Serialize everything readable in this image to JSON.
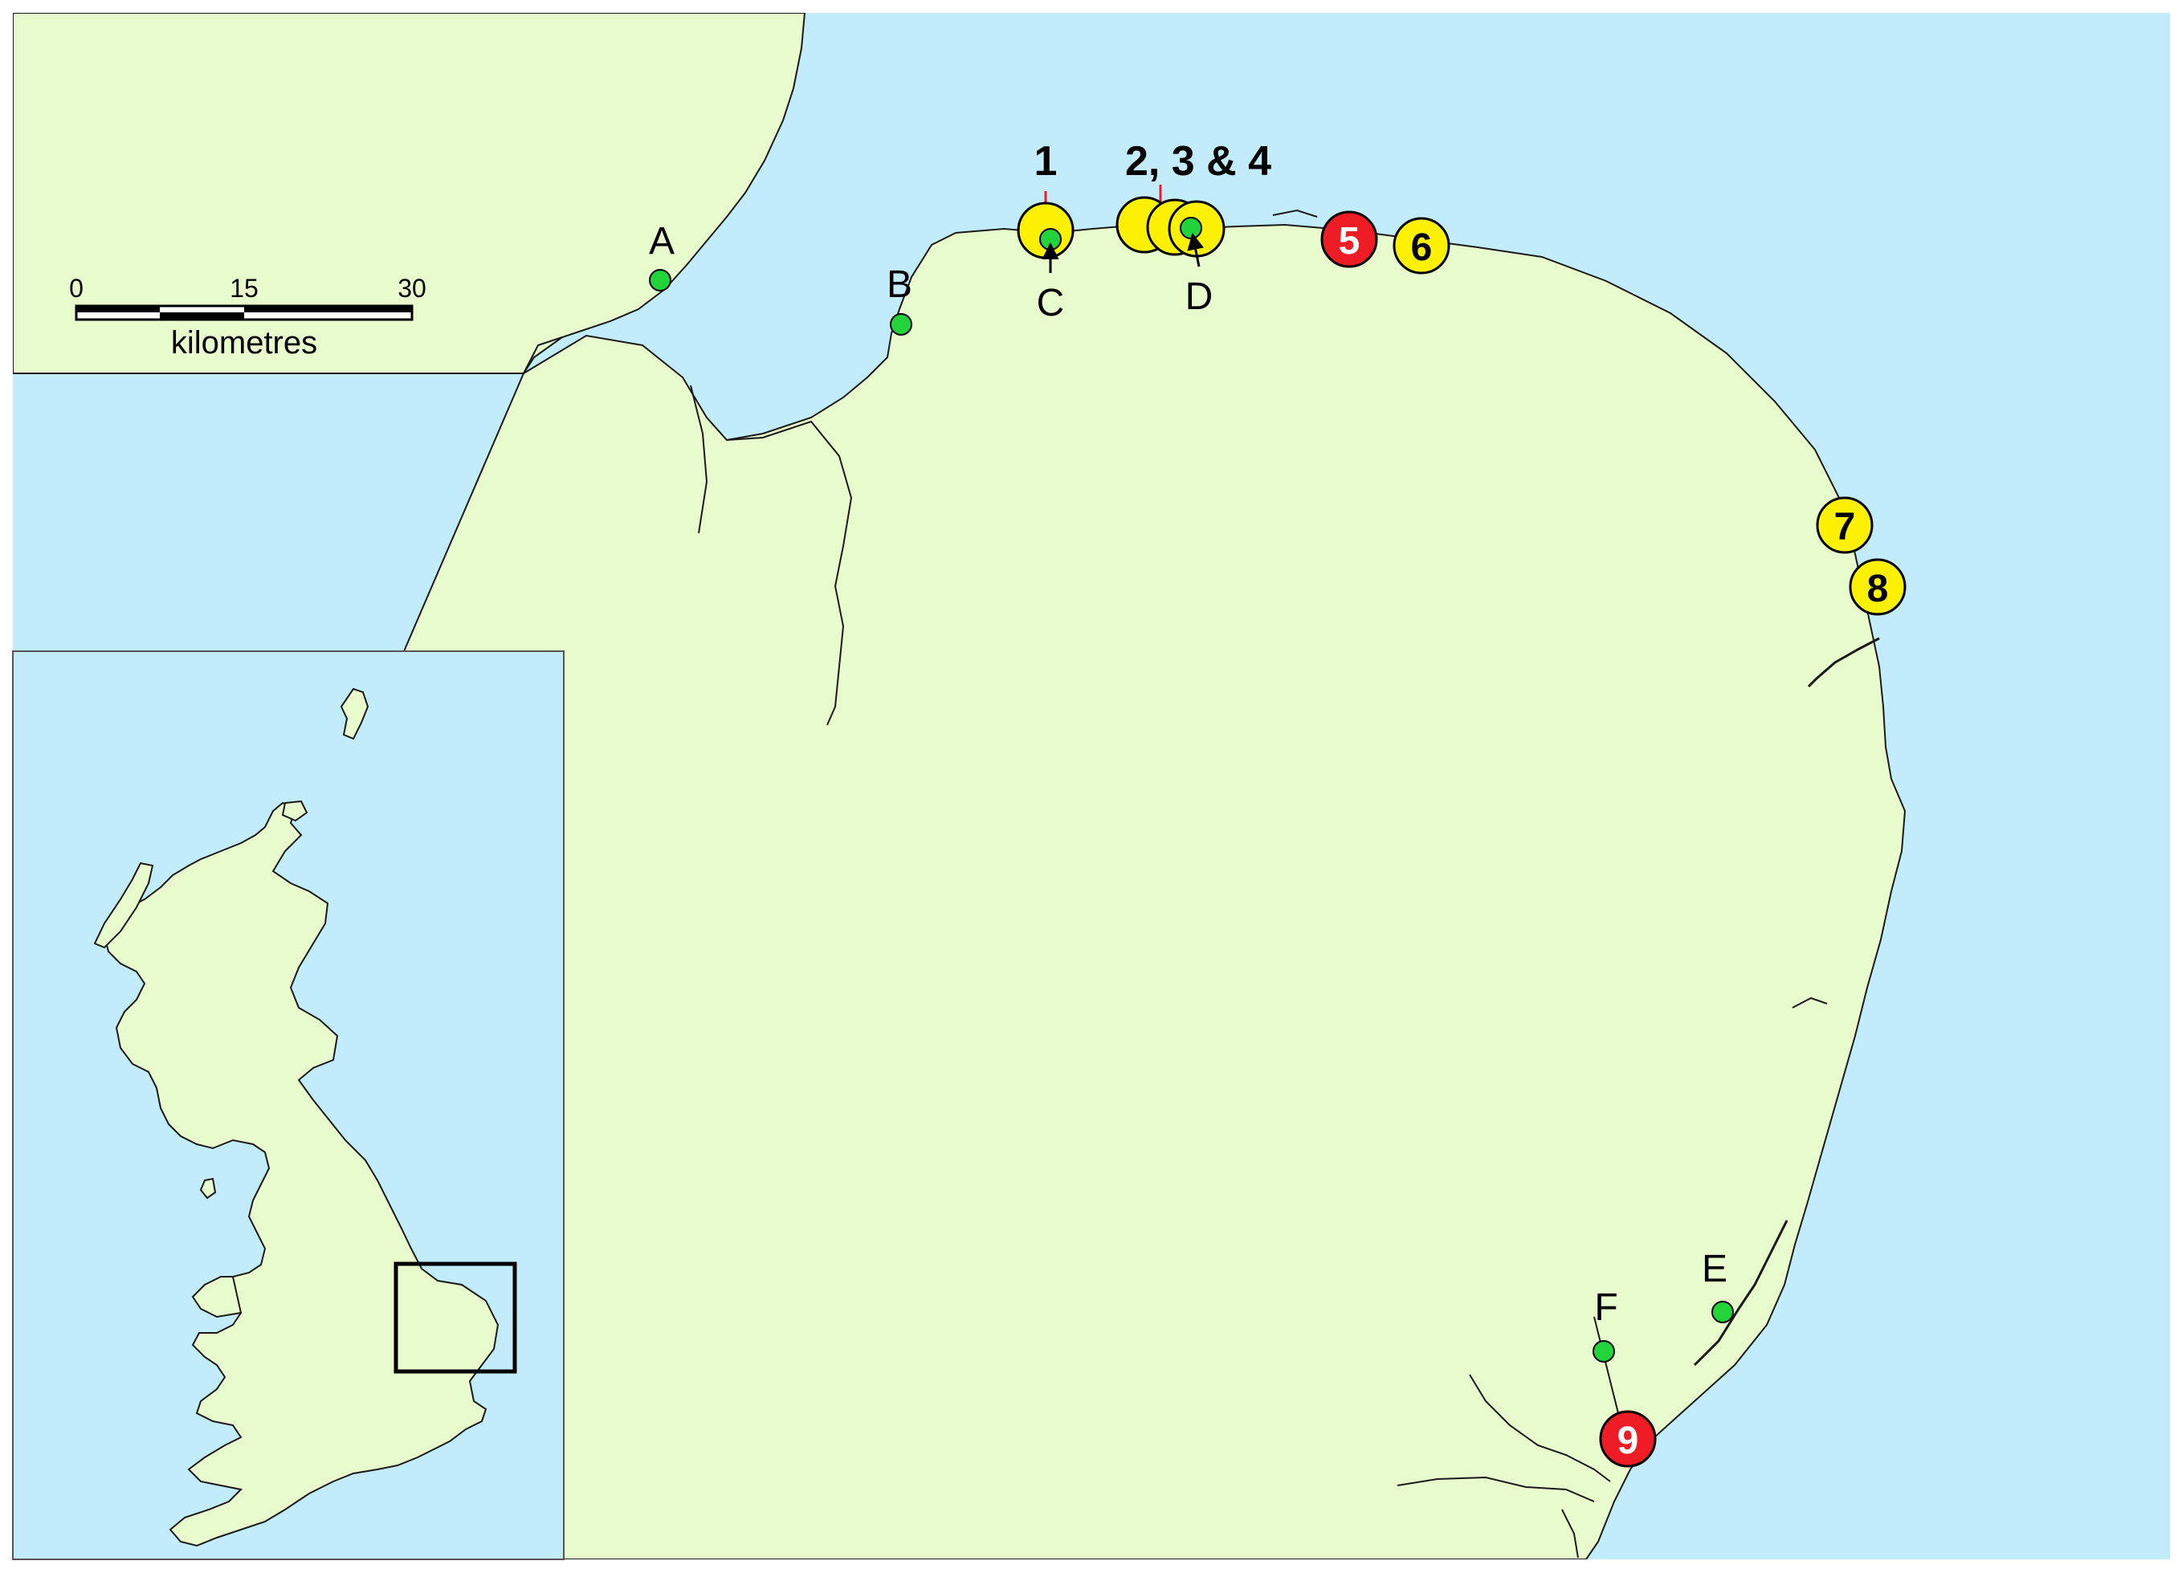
{
  "colors": {
    "sea": "#c2ecfb",
    "land": "#e8fbcc",
    "coast": "#1a1a1a",
    "site_yellow": "#fdf000",
    "site_red": "#ee1c24",
    "point_green": "#22d33a",
    "arrow_red": "#ee1c24",
    "arrow_black": "#000000",
    "label_bg": "#ffffff"
  },
  "scalebar": {
    "ticks": [
      "0",
      "15",
      "30"
    ],
    "unit": "kilometres"
  },
  "sites": [
    {
      "id": "1",
      "color": "yellow"
    },
    {
      "id": "2",
      "color": "yellow"
    },
    {
      "id": "3",
      "color": "yellow"
    },
    {
      "id": "4",
      "color": "yellow"
    },
    {
      "id": "5",
      "color": "red"
    },
    {
      "id": "6",
      "color": "yellow"
    },
    {
      "id": "7",
      "color": "yellow"
    },
    {
      "id": "8",
      "color": "yellow"
    },
    {
      "id": "9",
      "color": "red"
    }
  ],
  "site_labels": {
    "s1": "1",
    "s234": "2, 3 & 4",
    "s5": "5",
    "s6": "6",
    "s7": "7",
    "s8": "8",
    "s9": "9"
  },
  "points": [
    "A",
    "B",
    "C",
    "D",
    "E",
    "F"
  ],
  "inset": {
    "icon": "study-area-box"
  }
}
